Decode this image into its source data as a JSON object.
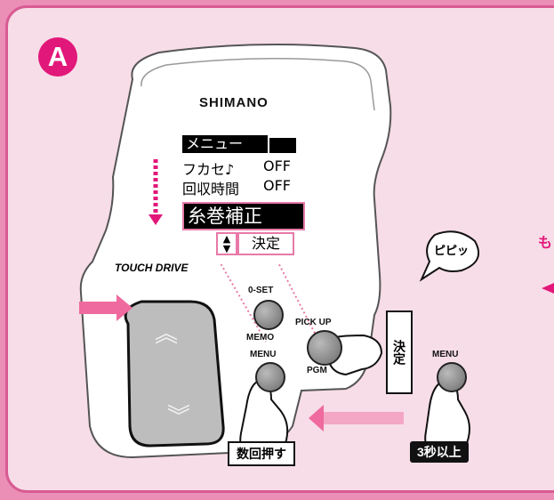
{
  "badge": "A",
  "brand": "SHIMANO",
  "lcd": {
    "header": "メニュー",
    "row1_label": "フカセ♪",
    "row1_value": "OFF",
    "row2_label": "回収時間",
    "row2_value": "OFF",
    "selected": "糸巻補正",
    "confirm": "決定"
  },
  "device_label": "TOUCH DRIVE",
  "buttons": {
    "oset": "0-SET",
    "memo": "MEMO",
    "pickup": "PICK UP",
    "pgm": "PGM",
    "menu": "MENU",
    "menu_right": "MENU"
  },
  "callouts": {
    "beep": "ピピッ",
    "decide": "決定",
    "press_several": "数回押す",
    "three_seconds": "3秒以上",
    "edge_text": "も"
  }
}
